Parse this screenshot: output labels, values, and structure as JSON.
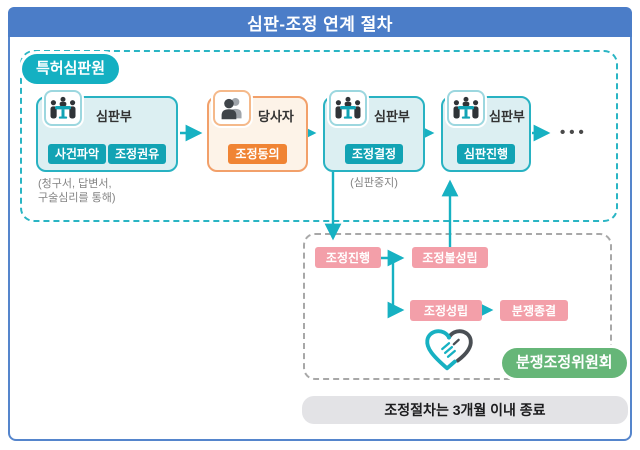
{
  "header": {
    "title": "심판-조정 연계 절차"
  },
  "colors": {
    "accent_blue": "#4b7dc8",
    "teal": "#17b1c2",
    "orange": "#f08434",
    "pink": "#f39fa9",
    "green": "#66b678",
    "gray_dash": "#a8a8a8"
  },
  "patent_board": {
    "label": "특허심판원",
    "steps": [
      {
        "actor": "심판부",
        "icon": "meeting-icon",
        "buttons": [
          "사건파악",
          "조정권유"
        ],
        "caption_lines": [
          "(청구서, 답변서,",
          "구술심리를 통해)"
        ]
      },
      {
        "actor": "당사자",
        "icon": "person-icon",
        "buttons": [
          "조정동의"
        ]
      },
      {
        "actor": "심판부",
        "icon": "meeting-icon",
        "buttons": [
          "조정결정"
        ],
        "caption": "(심판중지)"
      },
      {
        "actor": "심판부",
        "icon": "meeting-icon",
        "buttons": [
          "심판진행"
        ]
      }
    ],
    "ellipsis": "•••"
  },
  "committee": {
    "label": "분쟁조정위원회",
    "icon": "handshake-heart-icon",
    "nodes": {
      "progress": "조정진행",
      "not_settled": "조정불성립",
      "settled": "조정성립",
      "dispute_end": "분쟁종결"
    }
  },
  "footer": {
    "note": "조정절차는 3개월 이내 종료"
  }
}
